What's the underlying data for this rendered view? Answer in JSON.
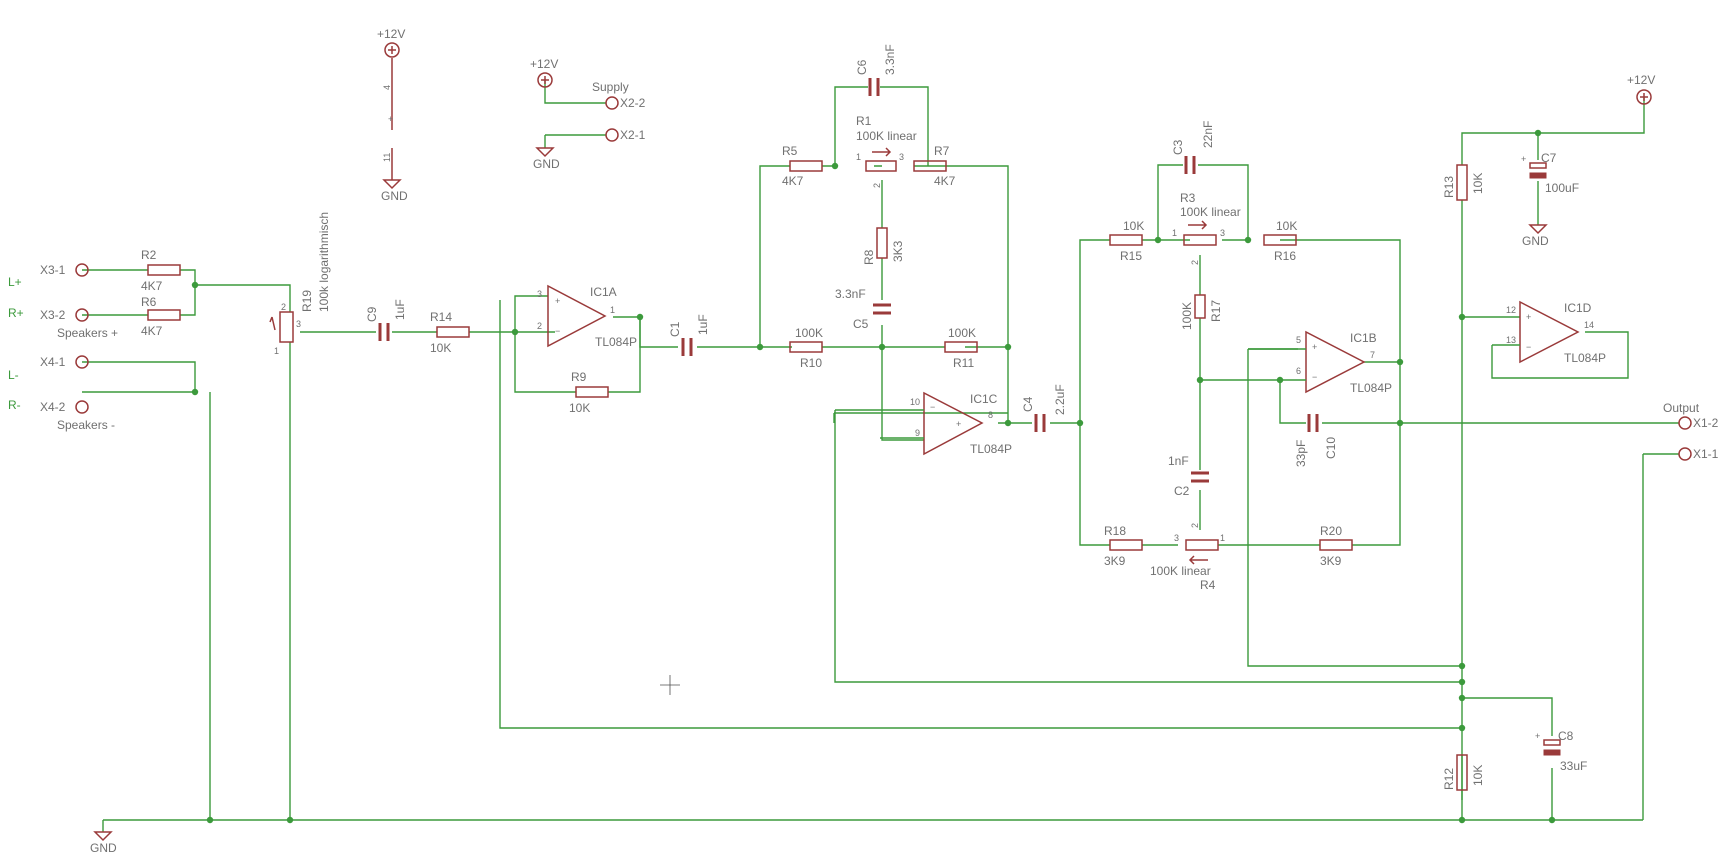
{
  "components": {
    "R2": {
      "name": "R2",
      "value": "4K7"
    },
    "R6": {
      "name": "R6",
      "value": "4K7"
    },
    "R19": {
      "name": "R19",
      "value": "100k logarithmisch"
    },
    "C9": {
      "name": "C9",
      "value": "1uF"
    },
    "R14": {
      "name": "R14",
      "value": "10K"
    },
    "IC1A": {
      "name": "IC1A",
      "value": "TL084P"
    },
    "R9": {
      "name": "R9",
      "value": "10K"
    },
    "C1": {
      "name": "C1",
      "value": "1uF"
    },
    "R5": {
      "name": "R5",
      "value": "4K7"
    },
    "R7": {
      "name": "R7",
      "value": "4K7"
    },
    "C6": {
      "name": "C6",
      "value": "3.3nF"
    },
    "R1": {
      "name": "R1",
      "value": "100K linear"
    },
    "R8": {
      "name": "R8",
      "value": "3K3"
    },
    "C5": {
      "name": "C5",
      "value": "3.3nF"
    },
    "R10": {
      "name": "R10",
      "value": "100K"
    },
    "R11": {
      "name": "R11",
      "value": "100K"
    },
    "IC1C": {
      "name": "IC1C",
      "value": "TL084P"
    },
    "C4": {
      "name": "C4",
      "value": "2.2uF"
    },
    "C3": {
      "name": "C3",
      "value": "22nF"
    },
    "R3": {
      "name": "R3",
      "value": "100K linear"
    },
    "R15": {
      "name": "R15",
      "value": "10K"
    },
    "R16": {
      "name": "R16",
      "value": "10K"
    },
    "R17": {
      "name": "R17",
      "value": "100K"
    },
    "IC1B": {
      "name": "IC1B",
      "value": "TL084P"
    },
    "C2": {
      "name": "C2",
      "value": "1nF"
    },
    "R18": {
      "name": "R18",
      "value": "3K9"
    },
    "R4": {
      "name": "R4",
      "value": "100K linear"
    },
    "R20": {
      "name": "R20",
      "value": "3K9"
    },
    "C10": {
      "name": "C10",
      "value": "33pF"
    },
    "R13": {
      "name": "R13",
      "value": "10K"
    },
    "C7": {
      "name": "C7",
      "value": "100uF"
    },
    "IC1D": {
      "name": "IC1D",
      "value": "TL084P"
    },
    "R12": {
      "name": "R12",
      "value": "10K"
    },
    "C8": {
      "name": "C8",
      "value": "33uF"
    }
  },
  "connectors": {
    "x3_1": "X3-1",
    "x3_2": "X3-2",
    "x4_1": "X4-1",
    "x4_2": "X4-2",
    "x2_1": "X2-1",
    "x2_2": "X2-2",
    "x1_1": "X1-1",
    "x1_2": "X1-2"
  },
  "labels": {
    "supply": "Supply",
    "speakers_plus": "Speakers +",
    "speakers_minus": "Speakers -",
    "output": "Output",
    "vcc": "+12V",
    "gnd": "GND",
    "l_plus": "L+",
    "r_plus": "R+",
    "l_minus": "L-",
    "r_minus": "R-"
  },
  "pins": {
    "p1": "1",
    "p2": "2",
    "p3": "3",
    "p4": "4",
    "p5": "5",
    "p6": "6",
    "p7": "7",
    "p8": "8",
    "p9": "9",
    "p10": "10",
    "p11": "11",
    "p12": "12",
    "p13": "13",
    "p14": "14",
    "plus": "+",
    "minus": "−"
  }
}
